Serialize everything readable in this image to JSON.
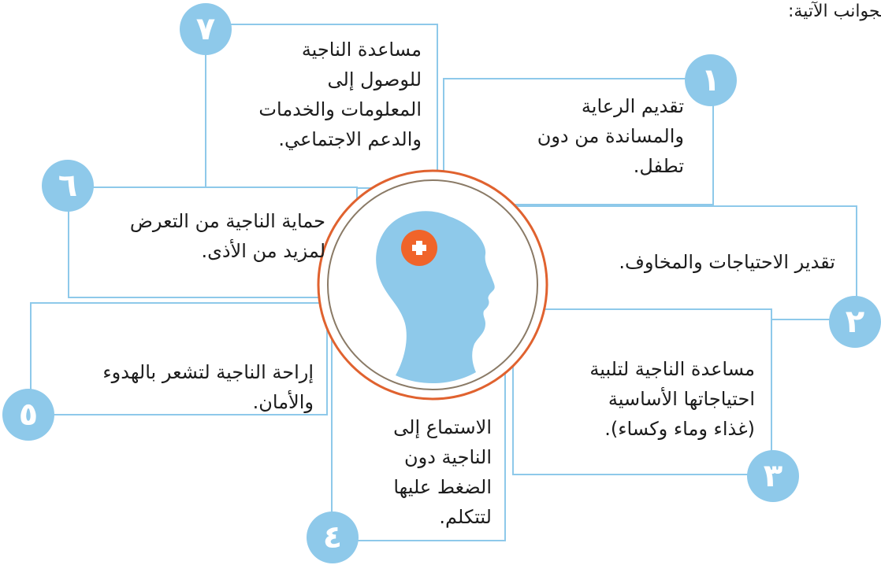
{
  "header": {
    "text": "ي الجوانب الآتية:"
  },
  "items": [
    {
      "number": "١",
      "lines": [
        "تقديم الرعاية",
        "والمساندة من دون",
        "تطفل."
      ]
    },
    {
      "number": "٢",
      "lines": [
        "تقدير الاحتياجات والمخاوف."
      ]
    },
    {
      "number": "٣",
      "lines": [
        "مساعدة الناجية لتلبية",
        "احتياجاتها الأساسية",
        "(غذاء وماء وكساء)."
      ]
    },
    {
      "number": "٤",
      "lines": [
        "الاستماع إلى",
        "الناجية دون",
        "الضغط عليها",
        "لتتكلم."
      ]
    },
    {
      "number": "٥",
      "lines": [
        "إراحة الناجية لتشعر بالهدوء",
        "والأمان."
      ]
    },
    {
      "number": "٦",
      "lines": [
        "حماية الناجية من التعرض",
        "لمزيد من الأذى."
      ]
    },
    {
      "number": "٧",
      "lines": [
        "مساعدة الناجية",
        "للوصول إلى",
        "المعلومات والخدمات",
        "والدعم الاجتماعي."
      ]
    }
  ],
  "colors": {
    "box_border": "#8ec9ea",
    "badge": "#8ec9ea",
    "outer_ring": "#e0622f",
    "inner_ring": "#8a7a66",
    "head": "#8ec9ea",
    "plus_badge": "#f0642a"
  },
  "center": {
    "icon": "head-with-plus-icon"
  }
}
